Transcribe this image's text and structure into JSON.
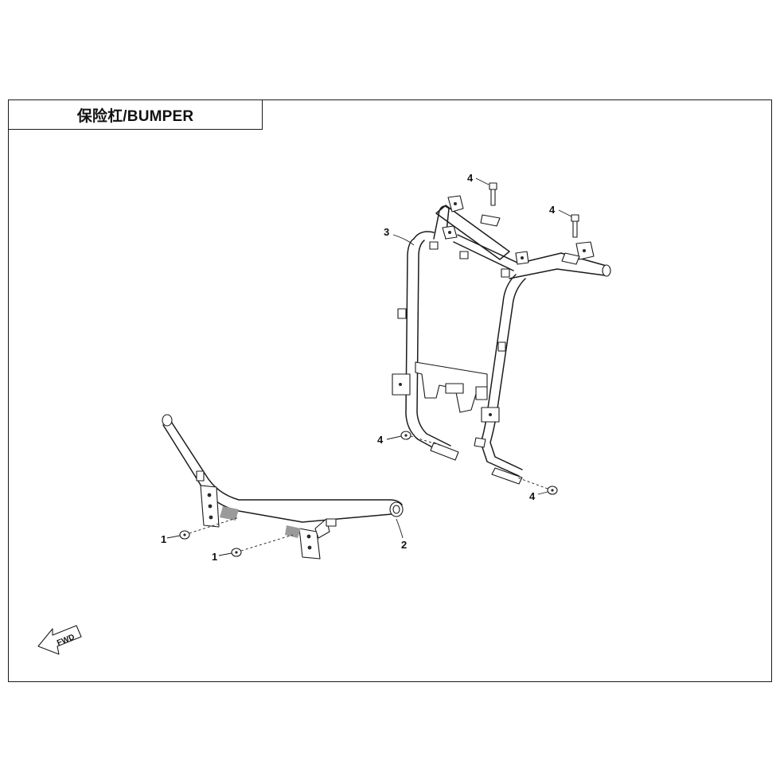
{
  "title": "保险杠/BUMPER",
  "fwd_label": "FWD",
  "callouts": {
    "c1a": "1",
    "c1b": "1",
    "c2": "2",
    "c3": "3",
    "c4a": "4",
    "c4b": "4",
    "c4c": "4",
    "c4d": "4"
  },
  "colors": {
    "line": "#1b1b1b",
    "paper": "#ffffff",
    "shade": "#9a9a9a"
  },
  "icons": {
    "fwd": "fwd-arrow-icon"
  }
}
